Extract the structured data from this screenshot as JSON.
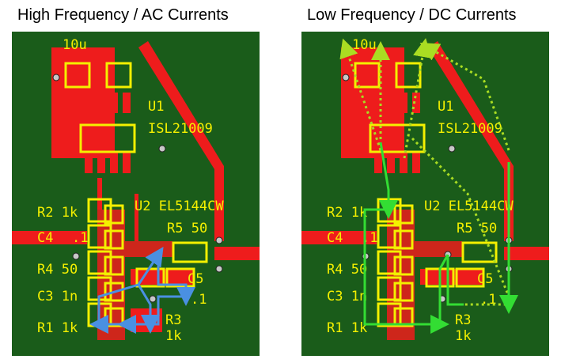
{
  "panels": {
    "left": {
      "title": "High Frequency / AC Currents"
    },
    "right": {
      "title": "Low Frequency / DC Currents"
    }
  },
  "silkscreen": {
    "cap_top": "10u",
    "u1_ref": "U1",
    "u1_part": "ISL21009",
    "u2_label": "U2 EL5144CW",
    "r2": "R2 1k",
    "c4": "C4",
    "c4_dot": ".1",
    "r4": "R4 50",
    "c3": "C3 1n",
    "r1": "R1 1k",
    "r5": "R5 50",
    "c5": "C5",
    "c5_val": ".1",
    "r3": "R3",
    "r3_val": "1k"
  },
  "colors": {
    "board": "#1a5c1a",
    "copper": "#ee1c1c",
    "silk": "#f4f000",
    "ac_path": "#4a90e2",
    "dc_path": "#33dd33",
    "dc_path_dotted": "#aadd22"
  }
}
